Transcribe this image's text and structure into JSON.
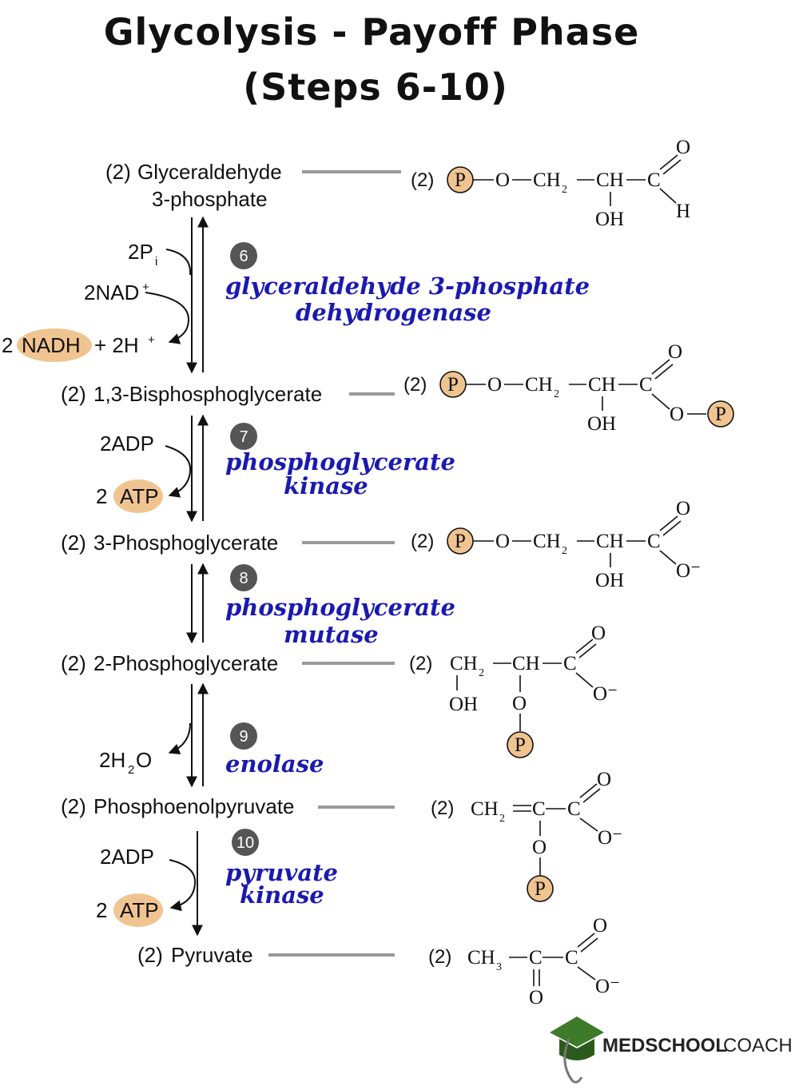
{
  "title": {
    "line1": "Glycolysis - Payoff Phase",
    "line2": "(Steps 6-10)"
  },
  "colors": {
    "enzyme": "#1a1ab0",
    "highlight": "#f0c490",
    "step_badge": "#555555",
    "connector": "#999999"
  },
  "metabolites": [
    {
      "coef": "(2)",
      "name": "Glyceraldehyde",
      "name2": "3-phosphate"
    },
    {
      "coef": "(2)",
      "name": "1,3-Bisphosphoglycerate"
    },
    {
      "coef": "(2)",
      "name": "3-Phosphoglycerate"
    },
    {
      "coef": "(2)",
      "name": "2-Phosphoglycerate"
    },
    {
      "coef": "(2)",
      "name": "Phosphoenolpyruvate"
    },
    {
      "coef": "(2)",
      "name": "Pyruvate"
    }
  ],
  "steps": [
    {
      "number": "6",
      "enzyme_line1": "glyceraldehyde 3-phosphate",
      "enzyme_line2": "dehydrogenase"
    },
    {
      "number": "7",
      "enzyme_line1": "phosphoglycerate",
      "enzyme_line2": "kinase"
    },
    {
      "number": "8",
      "enzyme_line1": "phosphoglycerate",
      "enzyme_line2": "mutase"
    },
    {
      "number": "9",
      "enzyme_line1": "enolase"
    },
    {
      "number": "10",
      "enzyme_line1": "pyruvate",
      "enzyme_line2": "kinase"
    }
  ],
  "cofactors": {
    "s6_pi_num": "2P",
    "s6_pi_sub": "i",
    "s6_nad": "2NAD",
    "s6_plus": "+",
    "s6_nadh_coef": "2",
    "s6_nadh": "NADH",
    "s6_h": "+ 2H",
    "s6_h_plus": "+",
    "s7_adp": "2ADP",
    "s7_atp_coef": "2",
    "s7_atp": "ATP",
    "s9_h2o_a": "2H",
    "s9_h2o_sub": "2",
    "s9_h2o_b": "O",
    "s10_adp": "2ADP",
    "s10_atp_coef": "2",
    "s10_atp": "ATP"
  },
  "structure": {
    "coef": "(2)",
    "P": "P",
    "O": "O",
    "CH2": "CH",
    "CH3": "CH",
    "sub2": "2",
    "sub3": "3",
    "CH": "CH",
    "C": "C",
    "OH": "OH",
    "H": "H",
    "Ominus": "O⁻"
  },
  "logo": {
    "part1": "MEDSCHOOL",
    "part2": "COACH"
  }
}
